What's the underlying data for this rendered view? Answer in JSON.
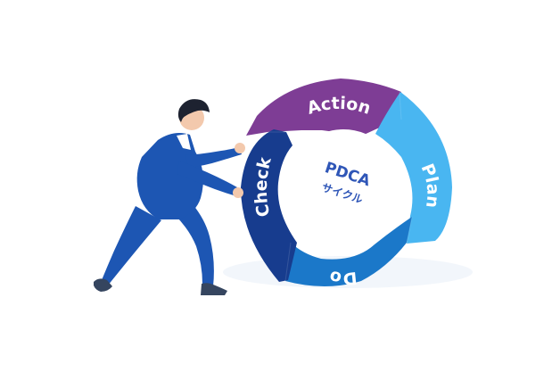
{
  "diagram": {
    "center": {
      "title": "PDCA",
      "subtitle": "サイクル",
      "color": "#2f56b7"
    },
    "segments": [
      {
        "key": "plan",
        "label": "Plan",
        "color": "#49b6f1"
      },
      {
        "key": "do",
        "label": "Do",
        "color": "#1b78c9"
      },
      {
        "key": "check",
        "label": "Check",
        "color": "#173c8e"
      },
      {
        "key": "action",
        "label": "Action",
        "color": "#7e3d95"
      }
    ],
    "figure": {
      "icon": "businessman-pushing-icon",
      "suit_color": "#1d56b3",
      "hair_color": "#1d2230",
      "skin_color": "#f3c9ad"
    }
  }
}
